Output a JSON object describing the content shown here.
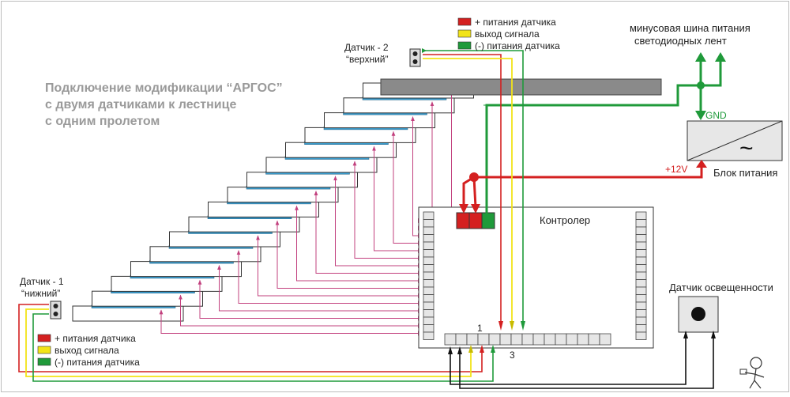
{
  "title": {
    "lines": [
      "Подключение модификации “АРГОС”",
      "с двумя датчиками к лестнице",
      "с одним пролетом"
    ]
  },
  "legend": {
    "items": [
      {
        "label": "+ питания датчика",
        "color": "#d42020"
      },
      {
        "label": "выход сигнала",
        "color": "#f2e418"
      },
      {
        "label": "(-) питания датчика",
        "color": "#1f9a3a"
      }
    ]
  },
  "sensors": {
    "top_name": "Датчик - 2",
    "top_quote": "“верхний”",
    "bottom_name": "Датчик - 1",
    "bottom_quote": "“нижний”"
  },
  "bus": {
    "label_line1": "минусовая шина питания",
    "label_line2": "светодиодных лент"
  },
  "power": {
    "gnd": "GND",
    "plus12": "+12V",
    "symbol": "~",
    "label": "Блок питания"
  },
  "controller": {
    "label": "Контролер",
    "pin1": "1",
    "pin3": "3"
  },
  "light_sensor": {
    "label": "Датчик освещенности"
  },
  "stairs": {
    "step_count": 16
  },
  "colors": {
    "red": "#d42020",
    "yellow": "#f2e418",
    "green": "#1f9a3a",
    "pink": "#c2407e",
    "led": "#3a9ed0",
    "step_line": "#333333",
    "terminal": "#e6e6e6",
    "title_gray": "#9a9a9a"
  }
}
